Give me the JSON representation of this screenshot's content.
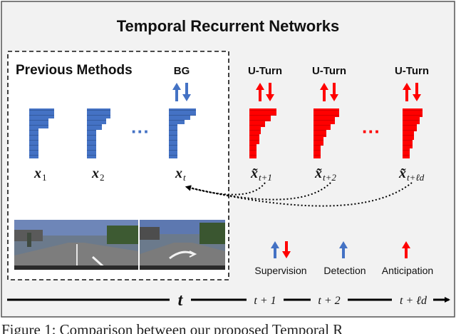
{
  "title": "Temporal Recurrent Networks",
  "previous_methods_label": "Previous Methods",
  "colors": {
    "panel_bg": "#f2f2f2",
    "blue": "#4472c4",
    "red": "#ff0000",
    "border": "#555555"
  },
  "current_frame": {
    "label": "BG",
    "variable": "x",
    "subscript": "t"
  },
  "past_frames": [
    {
      "variable": "x",
      "subscript": "1"
    },
    {
      "variable": "x",
      "subscript": "2"
    }
  ],
  "future_frames": [
    {
      "label": "U-Turn",
      "variable": "x̃",
      "subscript": "t+1"
    },
    {
      "label": "U-Turn",
      "variable": "x̃",
      "subscript": "t+2"
    },
    {
      "label": "U-Turn",
      "variable": "x̃",
      "subscript": "t+ℓd"
    }
  ],
  "ellipsis": "···",
  "legend": [
    {
      "label": "Supervision",
      "icon": "up-down-arrows-icon"
    },
    {
      "label": "Detection",
      "icon": "up-arrow-icon"
    },
    {
      "label": "Anticipation",
      "icon": "up-arrow-icon"
    }
  ],
  "timeline": {
    "current": "t",
    "ticks": [
      "t + 1",
      "t + 2",
      "t + ℓd"
    ]
  },
  "caption": {
    "text": "Figure 1: Comparison between our proposed Temporal R"
  }
}
